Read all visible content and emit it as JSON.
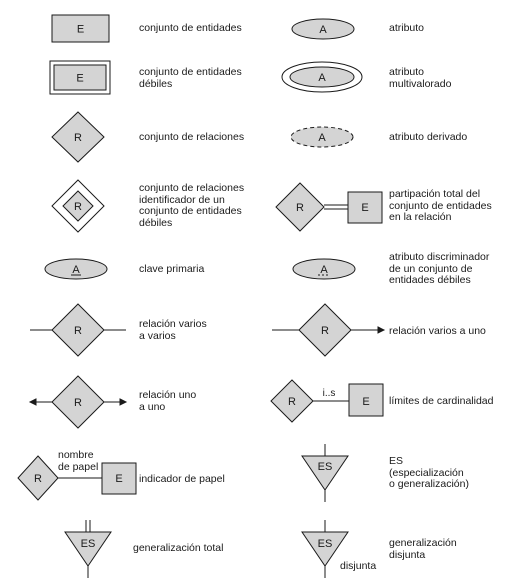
{
  "colors": {
    "fill": "#d4d4d4",
    "stroke": "#1a1a1a",
    "text": "#1a1a1a"
  },
  "symbols": {
    "entity": "E",
    "attribute": "A",
    "relationship": "R",
    "specialization": "ES",
    "cardinality": "i..s",
    "role_name": "nombre\nde papel",
    "disjoint": "disjunta"
  },
  "legend": {
    "entity_set": "conjunto de entidades",
    "attribute": "atributo",
    "weak_entity_set": "conjunto de entidades\ndébiles",
    "multivalued_attribute": "atributo\nmultivalorado",
    "relationship_set": "conjunto de relaciones",
    "derived_attribute": "atributo derivado",
    "identifying_relationship": "conjunto de relaciones\nidentificador de un\nconjunto de entidades\ndébiles",
    "total_participation": "partipación total del\nconjunto de entidades\nen la relación",
    "primary_key": "clave primaria",
    "discriminator_attribute": "atributo discriminador\nde un conjunto de\nentidades débiles",
    "many_to_many": "relación varios\na varios",
    "many_to_one": "relación varios a uno",
    "one_to_one": "relación uno\na uno",
    "cardinality_limits": "límites de cardinalidad",
    "role_indicator": "indicador de papel",
    "specialization": "ES\n(especialización\no generalización)",
    "total_generalization": "generalización total",
    "disjoint_generalization": "generalización\ndisjunta"
  }
}
